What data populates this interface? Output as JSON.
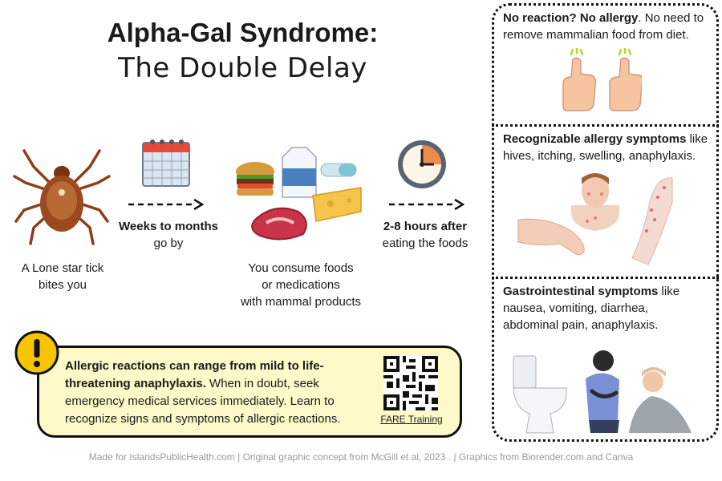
{
  "title": {
    "line1": "Alpha-Gal Syndrome:",
    "line2": "The Double Delay"
  },
  "steps": [
    {
      "caption_line1": "A Lone star tick",
      "caption_line2": "bites you",
      "icon": "tick-icon"
    },
    {
      "caption_bold": "Weeks to months",
      "caption_rest": "go by",
      "icon": "calendar-icon"
    },
    {
      "caption_line1": "You consume foods",
      "caption_line2": "or medications",
      "caption_line3": "with mammal products",
      "icon": "food-icon"
    },
    {
      "caption_bold": "2-8 hours after",
      "caption_rest": "eating the foods",
      "icon": "clock-icon"
    }
  ],
  "panels": [
    {
      "bold": "No reaction? No allergy",
      "rest_line1": ". No need to",
      "line2": "remove mammalian food from diet.",
      "icon": "thumbs-up-icon"
    },
    {
      "bold": "Recognizable allergy symptoms",
      "rest_line1": " like",
      "line2": "hives, itching, swelling, anaphylaxis.",
      "icon": "skin-rash-icon"
    },
    {
      "bold": "Gastrointestinal symptoms",
      "rest_line1": " like",
      "line2": "nausea, vomiting, diarrhea,",
      "line3": "abdominal pain, anaphylaxis.",
      "icon": "stomach-illness-icon"
    }
  ],
  "alert": {
    "bold": "Allergic reactions can range from mild to life-threatening anaphylaxis.",
    "rest": " When in doubt, seek emergency medical services immediately. Learn to recognize signs and symptoms of allergic reactions.",
    "link": "FARE Training",
    "icon": "warning-icon"
  },
  "footer": "Made for IslandsPublicHealth.com   |   Original graphic concept from McGill et al, 2023  .  |   Graphics from Biorender.com and Canva",
  "colors": {
    "alert_bg": "#fdf9c8",
    "warning": "#f6c400",
    "footer": "#999999"
  }
}
